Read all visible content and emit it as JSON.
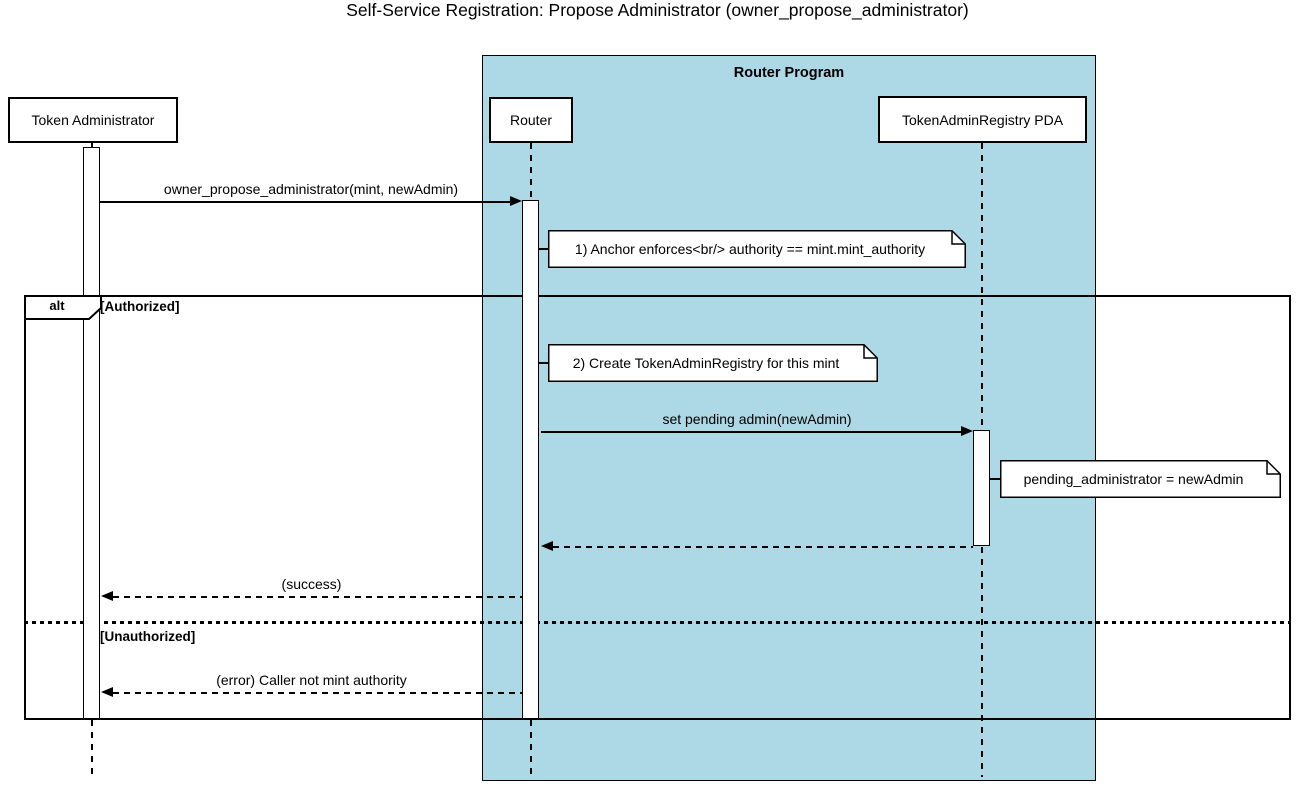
{
  "diagram": {
    "title": "Self-Service Registration: Propose Administrator (owner_propose_administrator)",
    "container": {
      "label": "Router Program",
      "fill_color": "#ADD8E6"
    },
    "participants": [
      {
        "label": "Token Administrator"
      },
      {
        "label": "Router"
      },
      {
        "label": "TokenAdminRegistry PDA"
      }
    ],
    "alt_frame": {
      "operator": "alt",
      "guard_authorized": "[Authorized]",
      "guard_unauthorized": "[Unauthorized]"
    },
    "messages": {
      "propose": "owner_propose_administrator(mint, newAdmin)",
      "set_pending": "set pending admin(newAdmin)",
      "success": "(success)",
      "error": "(error) Caller not mint authority"
    },
    "notes": {
      "anchor_enforces": "1) Anchor enforces<br/> authority == mint.mint_authority",
      "create_registry": "2) Create TokenAdminRegistry for this mint",
      "pending_admin": "pending_administrator = newAdmin"
    }
  }
}
